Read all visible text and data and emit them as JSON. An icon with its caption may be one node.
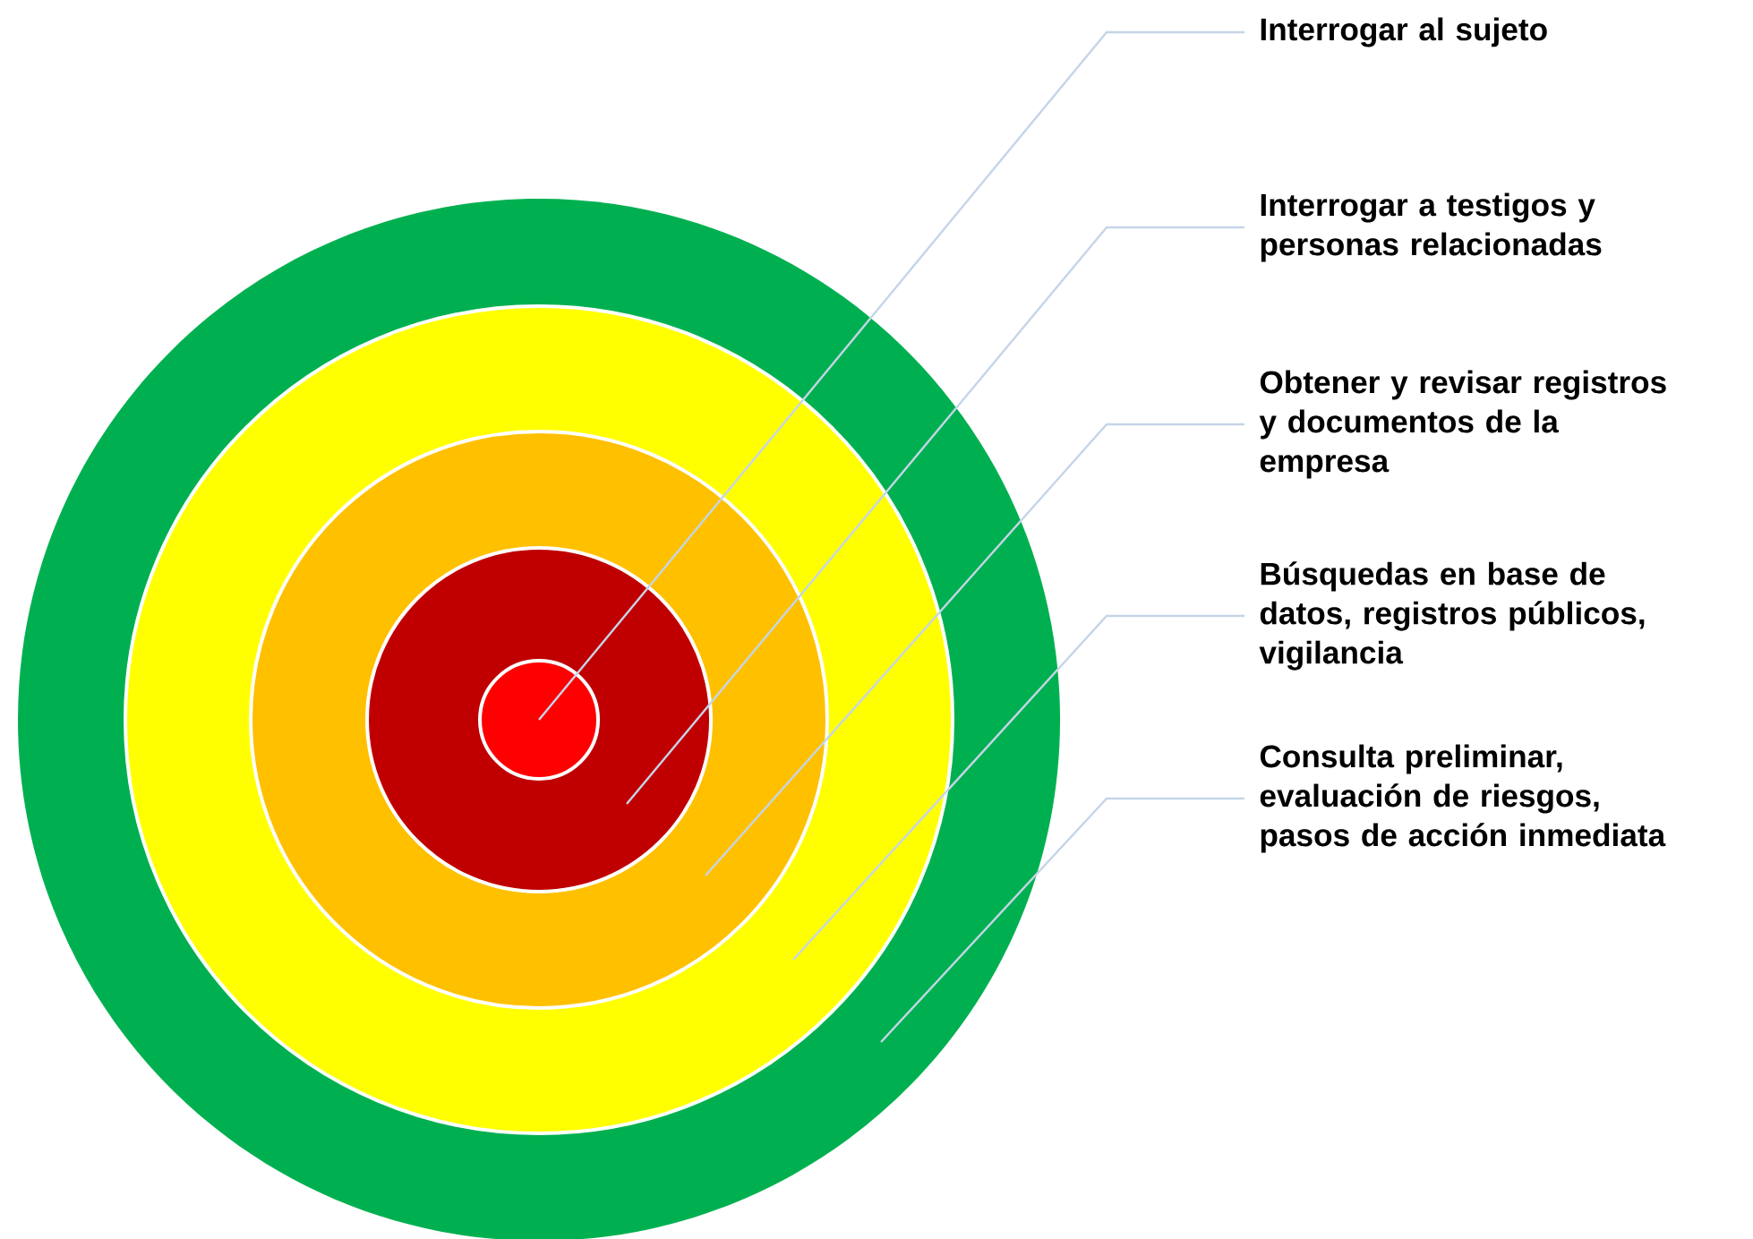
{
  "diagram": {
    "nodes": [
      {
        "text": [],
        "shape": "circle"
      },
      {
        "text": [],
        "shape": "circle",
        "in": 0
      },
      {
        "text": [],
        "shape": "circle",
        "in": 1
      },
      {
        "text": [],
        "shape": "circle",
        "in": 2
      },
      {
        "text": [],
        "shape": "circle",
        "in": 3
      },
      {
        "text": [
          "Interrogar al sujeto"
        ]
      },
      {
        "text": [
          "Interrogar a testigos y personas relacionadas"
        ]
      },
      {
        "text": [
          "Obtener y revisar registros y documentos de la empresa"
        ]
      },
      {
        "text": [
          "Búsquedas en base de datos, registros públicos, vigilancia"
        ]
      },
      {
        "text": [
          "Consulta preliminar, evaluación de riesgos, pasos de acción inmediata"
        ]
      }
    ],
    "edges": [
      {
        "from": 5,
        "to": 4,
        "arrow": "none"
      },
      {
        "from": 6,
        "to": 3,
        "arrow": "none"
      },
      {
        "from": 7,
        "to": 2,
        "arrow": "none"
      },
      {
        "from": 8,
        "to": 1,
        "arrow": "none"
      },
      {
        "from": 9,
        "to": 0,
        "arrow": "none"
      }
    ]
  }
}
